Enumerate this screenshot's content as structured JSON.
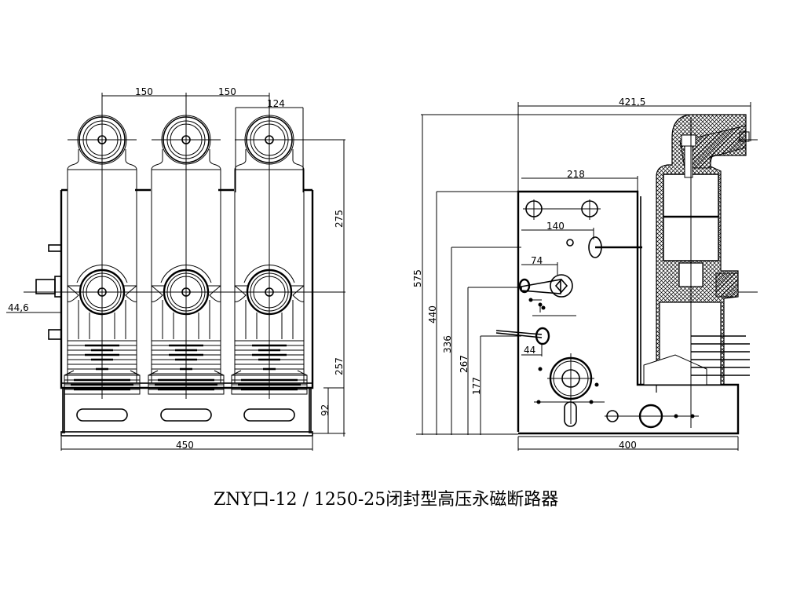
{
  "drawing": {
    "title": "ZNY口-12 / 1250-25闭封型高压永磁断路器",
    "colors": {
      "ink": "#000000",
      "paper": "#ffffff"
    }
  },
  "front_view": {
    "dimensions": {
      "pole_spacing_1": "150",
      "pole_spacing_2": "150",
      "terminal_width": "124",
      "upper_height": "275",
      "lower_height": "257",
      "base_height": "92",
      "total_width": "450",
      "side_offset": "44,6"
    },
    "pole_count": 3
  },
  "side_view": {
    "dimensions": {
      "total_depth": "421,5",
      "mechanism_width": "218",
      "hole_offset": "140",
      "lever_offset": "74",
      "small_offset": "44",
      "total_height": "575",
      "height_440": "440",
      "height_336": "336",
      "height_267": "267",
      "height_177": "177",
      "base_depth": "400"
    }
  }
}
